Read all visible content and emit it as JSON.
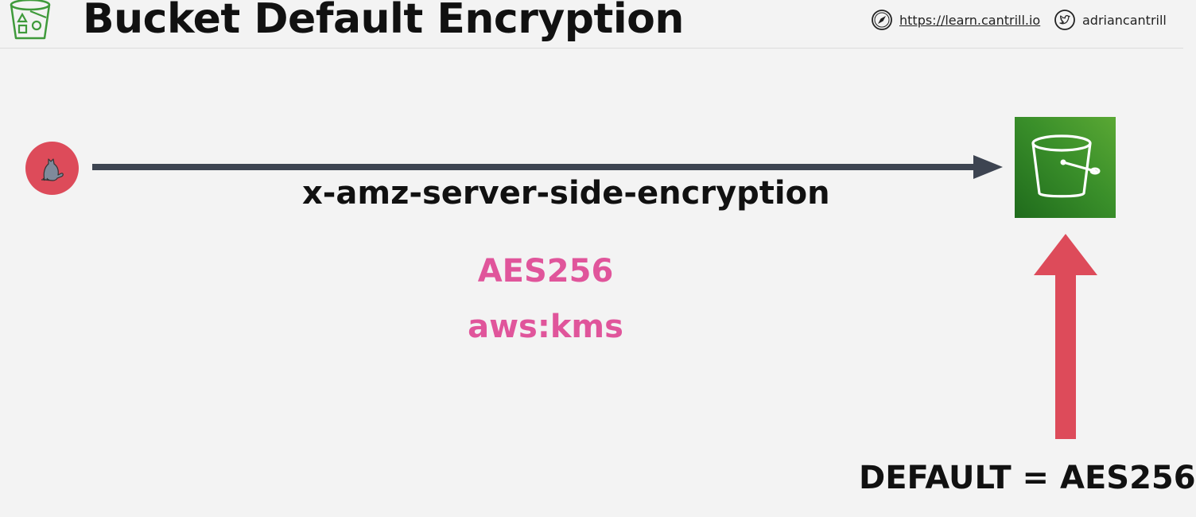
{
  "slide": {
    "title": "Bucket Default Encryption",
    "website": "https://learn.cantrill.io",
    "twitter": "adriancantrill"
  },
  "diagram": {
    "request_header": "x-amz-server-side-encryption",
    "options": [
      "AES256",
      "aws:kms"
    ],
    "default_label": "DEFAULT = AES256"
  },
  "icons": {
    "logo": "s3-bucket-shapes-icon",
    "web": "compass-icon",
    "social": "twitter-bird-icon",
    "user": "cat-user-icon",
    "storage": "s3-bucket-icon"
  },
  "colors": {
    "background": "#f3f3f3",
    "options_text": "#e0559b",
    "arrow_main": "#3d4451",
    "arrow_up": "#dd4b5a",
    "user_circle": "#dd4b5a",
    "bucket_green": "#3a8f2a",
    "logo_green": "#3f9a3b"
  }
}
